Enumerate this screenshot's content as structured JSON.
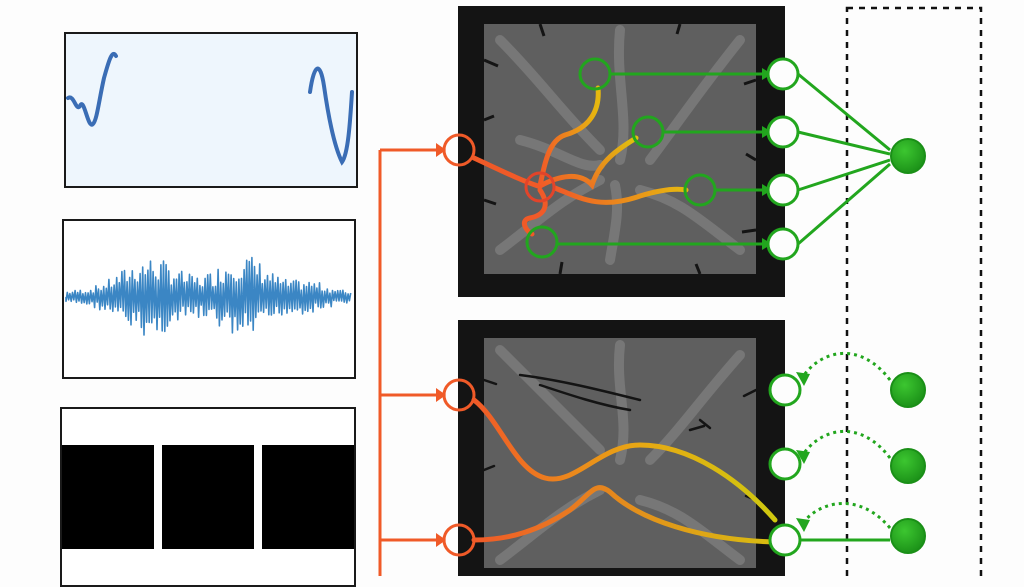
{
  "colors": {
    "input_orange": "#f05a28",
    "output_green": "#22a61e",
    "wave_blue": "#3a6db5",
    "signal_blue": "#3b86c4",
    "path_yellow": "#e6b90f",
    "chamber_dark": "#141414",
    "chamber_gray": "#5f5f5f",
    "dashed_border": "#111111"
  },
  "icons": {
    "input_node": "hollow-circle",
    "output_node": "hollow-circle",
    "hub_node": "filled-circle",
    "feedback_arrow": "dotted-curved-arrow"
  },
  "inputs": {
    "top_chamber": 1,
    "bottom_chamber": 2
  },
  "outputs": {
    "top_chamber": 4,
    "bottom_chamber": 3
  }
}
